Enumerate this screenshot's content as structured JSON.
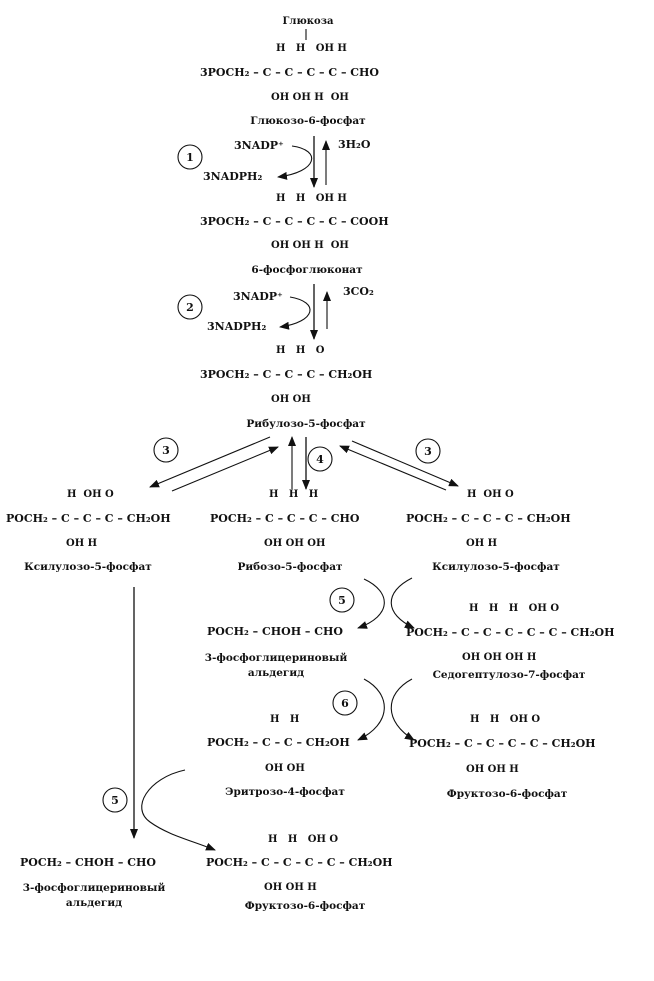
{
  "metabolites": {
    "glucose": "Глюкоза",
    "g6p": "Глюкозо-6-фосфат",
    "pg6": "6-фосфоглюконат",
    "ru5p": "Рибулозо-5-фосфат",
    "x5p_left": "Ксилулозо-5-фосфат",
    "r5p": "Рибозо-5-фосфат",
    "x5p_right": "Ксилулозо-5-фосфат",
    "pga_mid_line1": "3-фосфоглицериновый",
    "pga_mid_line2": "альдегид",
    "s7p": "Седогептулозо-7-фосфат",
    "e4p": "Эритрозо-4-фосфат",
    "f6p_right": "Фруктозо-6-фосфат",
    "pga_bottom_line1": "3-фосфоглицериновый",
    "pga_bottom_line2": "альдегид",
    "f6p_bottom": "Фруктозо-6-фосфат"
  },
  "cofactors": {
    "nadp1": "3NADP⁺",
    "nadph1": "3NADPH₂",
    "h2o": "3H₂O",
    "nadp2": "3NADP⁺",
    "nadph2": "3NADPH₂",
    "co2": "3CO₂"
  },
  "formulas": {
    "g6p_main": "3POCH₂ – C – C – C – C – CHO",
    "g6p_top": "H   H   OH H",
    "g6p_bottom": "OH OH H  OH",
    "pg6_main": "3POCH₂ – C – C – C – C – COOH",
    "pg6_top": "H   H   OH H",
    "pg6_bottom": "OH OH H  OH",
    "ru5p_main": "3POCH₂ – C – C – C – CH₂OH",
    "ru5p_top": "H   H   O",
    "ru5p_bottom": "OH OH",
    "x5p_left_main": "POCH₂ – C – C – C – CH₂OH",
    "x5p_left_top": "H  OH O",
    "x5p_left_bottom": "OH H",
    "r5p_main": "POCH₂ – C – C – C – CHO",
    "r5p_top": "H   H   H",
    "r5p_bottom": "OH OH OH",
    "x5p_right_main": "POCH₂ – C – C – C – CH₂OH",
    "x5p_right_top": "H  OH O",
    "x5p_right_bottom": "OH H",
    "pga_mid": "POCH₂ – CHOH – CHO",
    "s7p_main": "POCH₂ – C – C – C – C – C – CH₂OH",
    "s7p_top": "H   H   H   OH O",
    "s7p_bottom": "OH OH OH H",
    "e4p_main": "POCH₂ – C – C – CH₂OH",
    "e4p_top": "H   H",
    "e4p_bottom": "OH OH",
    "f6p_right_main": "POCH₂ – C – C – C – C – CH₂OH",
    "f6p_right_top": "H   H   OH O",
    "f6p_right_bottom": "OH OH H",
    "pga_bottom": "POCH₂ – CHOH – CHO",
    "f6p_bottom_main": "POCH₂ – C – C – C – C – CH₂OH",
    "f6p_bottom_top": "H   H   OH O",
    "f6p_bottom_bottom": "OH OH H"
  },
  "steps": {
    "s1": "1",
    "s2": "2",
    "s3_left": "3",
    "s3_right": "3",
    "s4": "4",
    "s5_mid": "5",
    "s6": "6",
    "s5_bottom": "5"
  }
}
